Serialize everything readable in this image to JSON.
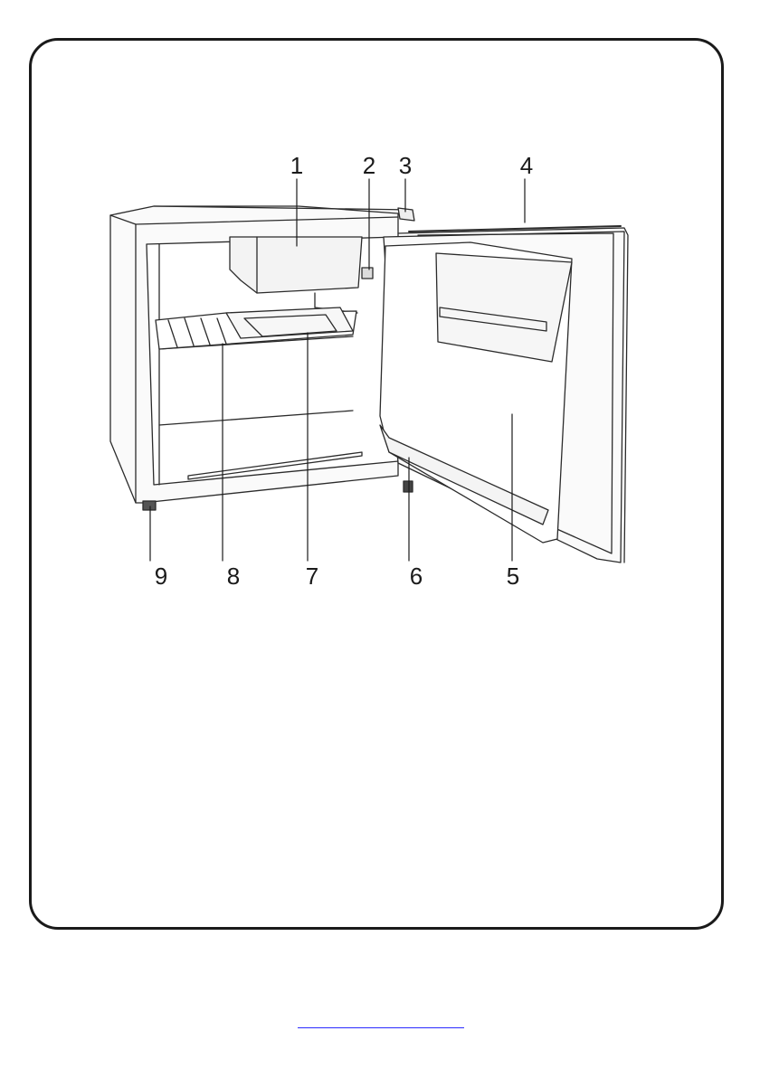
{
  "diagram": {
    "callouts": [
      {
        "id": "1",
        "label": "1"
      },
      {
        "id": "2",
        "label": "2"
      },
      {
        "id": "3",
        "label": "3"
      },
      {
        "id": "4",
        "label": "4"
      },
      {
        "id": "5",
        "label": "5"
      },
      {
        "id": "6",
        "label": "6"
      },
      {
        "id": "7",
        "label": "7"
      },
      {
        "id": "8",
        "label": "8"
      },
      {
        "id": "9",
        "label": "9"
      }
    ]
  },
  "footer": {
    "link_text": ""
  },
  "colors": {
    "line": "#1a1a1a",
    "link": "#2a2aff"
  }
}
